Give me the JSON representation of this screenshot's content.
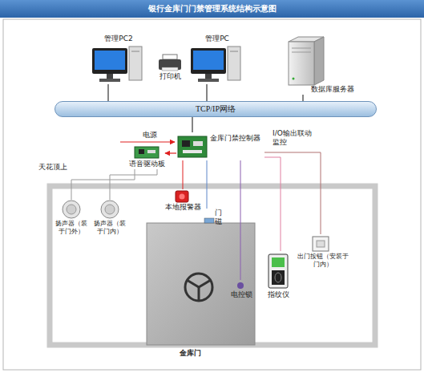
{
  "diagram": {
    "title": "银行金库门门禁管理系统结构示意图",
    "nodes": [
      {
        "text": [
          "管理PC2"
        ]
      },
      {
        "text": [
          "管理PC"
        ]
      },
      {
        "text": [
          "打印机"
        ]
      },
      {
        "text": [
          "数据库服务器"
        ]
      },
      {
        "text": [
          "TCP/IP网络"
        ]
      },
      {
        "text": [
          "金库门禁控制器"
        ]
      },
      {
        "text": [
          "语音驱动板"
        ]
      },
      {
        "text": [
          "扬声器（装于门外）"
        ]
      },
      {
        "text": [
          "扬声器（装于门内）"
        ]
      },
      {
        "text": [
          "本地报警器"
        ]
      },
      {
        "text": [
          "门磁"
        ]
      },
      {
        "text": [
          "电控锁"
        ]
      },
      {
        "text": [
          "指纹仪"
        ]
      },
      {
        "text": [
          "出门按钮（安装于门内）"
        ]
      }
    ],
    "edges": [
      {
        "from": 0,
        "to": 4,
        "arrow": "none"
      },
      {
        "from": 1,
        "to": 4,
        "arrow": "none"
      },
      {
        "from": 3,
        "to": 4,
        "arrow": "none"
      },
      {
        "from": 4,
        "to": 5,
        "arrow": "none"
      },
      {
        "from": 5,
        "to": 6,
        "arrow": "to"
      },
      {
        "from": 6,
        "to": 7,
        "arrow": "none"
      },
      {
        "from": 6,
        "to": 8,
        "arrow": "none"
      },
      {
        "from": 5,
        "to": 9,
        "arrow": "none"
      },
      {
        "from": 5,
        "to": 10,
        "arrow": "none"
      },
      {
        "from": 5,
        "to": 11,
        "arrow": "none"
      },
      {
        "from": 5,
        "to": 12,
        "arrow": "none"
      },
      {
        "from": 5,
        "to": 13,
        "arrow": "none"
      }
    ],
    "labels": [
      "电源",
      "I/O输出联动监控",
      "天花顶上",
      "金库门"
    ]
  }
}
